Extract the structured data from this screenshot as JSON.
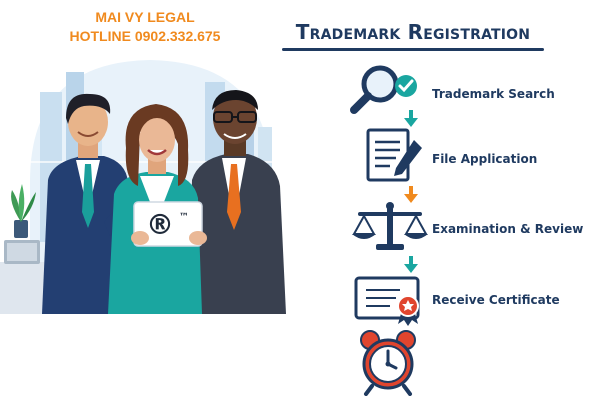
{
  "brand": {
    "name": "MAI VY LEGAL",
    "hotline": "HOTLINE 0902.332.675"
  },
  "illustration": {
    "card_symbol": "®",
    "card_tm": "™"
  },
  "process": {
    "title": "Trademark Registration",
    "steps": [
      {
        "label": "Trademark Search",
        "icon": "magnifier-check-icon"
      },
      {
        "label": "File Application",
        "icon": "document-pen-icon"
      },
      {
        "label": "Examination & Review",
        "icon": "scales-icon"
      },
      {
        "label": "Receive Certificate",
        "icon": "certificate-icon"
      }
    ],
    "final_icon": "alarm-clock-icon",
    "arrow_colors": [
      "#1aa6a0",
      "#f08a1e",
      "#1aa6a0"
    ]
  },
  "colors": {
    "brand_orange": "#f08a1e",
    "navy": "#1f3a60",
    "teal": "#1aa6a0",
    "alarm_red": "#e0452e"
  }
}
